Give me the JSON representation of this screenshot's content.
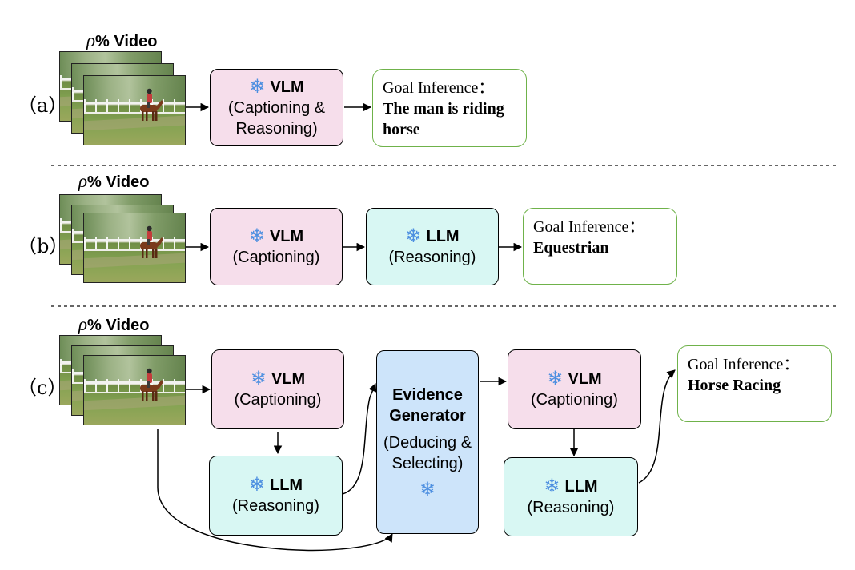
{
  "video_label": {
    "symbol": "ρ",
    "text": "% Video"
  },
  "row_labels": [
    "（a）",
    "（b）",
    "（c）"
  ],
  "boxes": {
    "vlm_captioning_reasoning": {
      "title": "VLM",
      "subtitle": "(Captioning & Reasoning)"
    },
    "vlm_captioning": {
      "title": "VLM",
      "subtitle": "(Captioning)"
    },
    "llm_reasoning": {
      "title": "LLM",
      "subtitle": "(Reasoning)"
    },
    "evidence_generator": {
      "title": "Evidence Generator",
      "subtitle": "(Deducing & Selecting)"
    }
  },
  "goal_label": "Goal Inference：",
  "goals": {
    "a": "The man is riding horse",
    "b": "Equestrian",
    "c": "Horse Racing"
  },
  "icons": {
    "frozen": "snowflake-icon"
  },
  "colors": {
    "vlm_fill": "#f6deeb",
    "llm_fill": "#d8f7f3",
    "evidence_fill": "#cde4fa",
    "goal_border": "#6fb24a",
    "snowflake": "#4d8fe0"
  }
}
